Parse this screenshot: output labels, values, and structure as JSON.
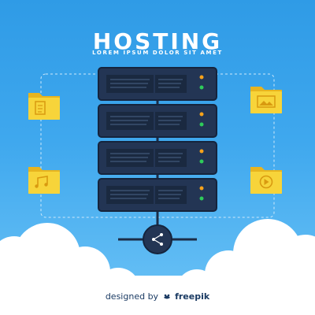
{
  "header": {
    "title": "HOSTING",
    "subtitle": "LOREM IPSUM DOLOR SIT AMET"
  },
  "icons": {
    "left_top": "document-folder-icon",
    "right_top": "image-folder-icon",
    "left_bottom": "music-folder-icon",
    "right_bottom": "video-folder-icon",
    "hub": "share-icon"
  },
  "footer": {
    "prefix": "designed by",
    "brand": "freepik"
  },
  "colors": {
    "sky_top": "#2f9be6",
    "sky_bottom": "#6cc3f6",
    "server": "#233554",
    "server_border": "#15243d",
    "folder": "#f7d43a",
    "folder_back": "#e7b41f",
    "led_orange": "#f6a21a",
    "led_green": "#2ecc5a",
    "cloud": "#ffffff"
  }
}
